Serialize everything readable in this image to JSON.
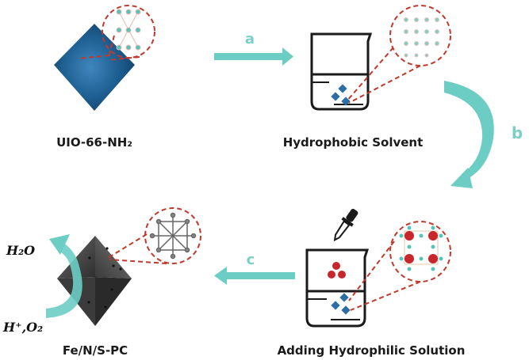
{
  "diagram": {
    "stages": [
      {
        "id": "uio",
        "label": "UIO-66-NH₂"
      },
      {
        "id": "hydrophobic",
        "label": "Hydrophobic Solvent"
      },
      {
        "id": "hydrophilic",
        "label": "Adding Hydrophilic Solution"
      },
      {
        "id": "product",
        "label": "Fe/N/S-PC"
      }
    ],
    "steps": [
      {
        "id": "a",
        "label": "a",
        "from": "UIO-66-NH₂",
        "to": "Hydrophobic Solvent"
      },
      {
        "id": "b",
        "label": "b",
        "from": "Hydrophobic Solvent",
        "to": "Adding Hydrophilic Solution"
      },
      {
        "id": "c",
        "label": "c",
        "from": "Adding Hydrophilic Solution",
        "to": "Fe/N/S-PC"
      }
    ],
    "reaction": {
      "reactants": "H⁺,O₂",
      "product": "H₂O"
    },
    "colors": {
      "arrow": "#6ccdc5",
      "mof_crystal": "#1d5d8f",
      "carbon": "#444444",
      "zoom_circle": "#c0392b",
      "fe_particle": "#c8252c"
    }
  }
}
